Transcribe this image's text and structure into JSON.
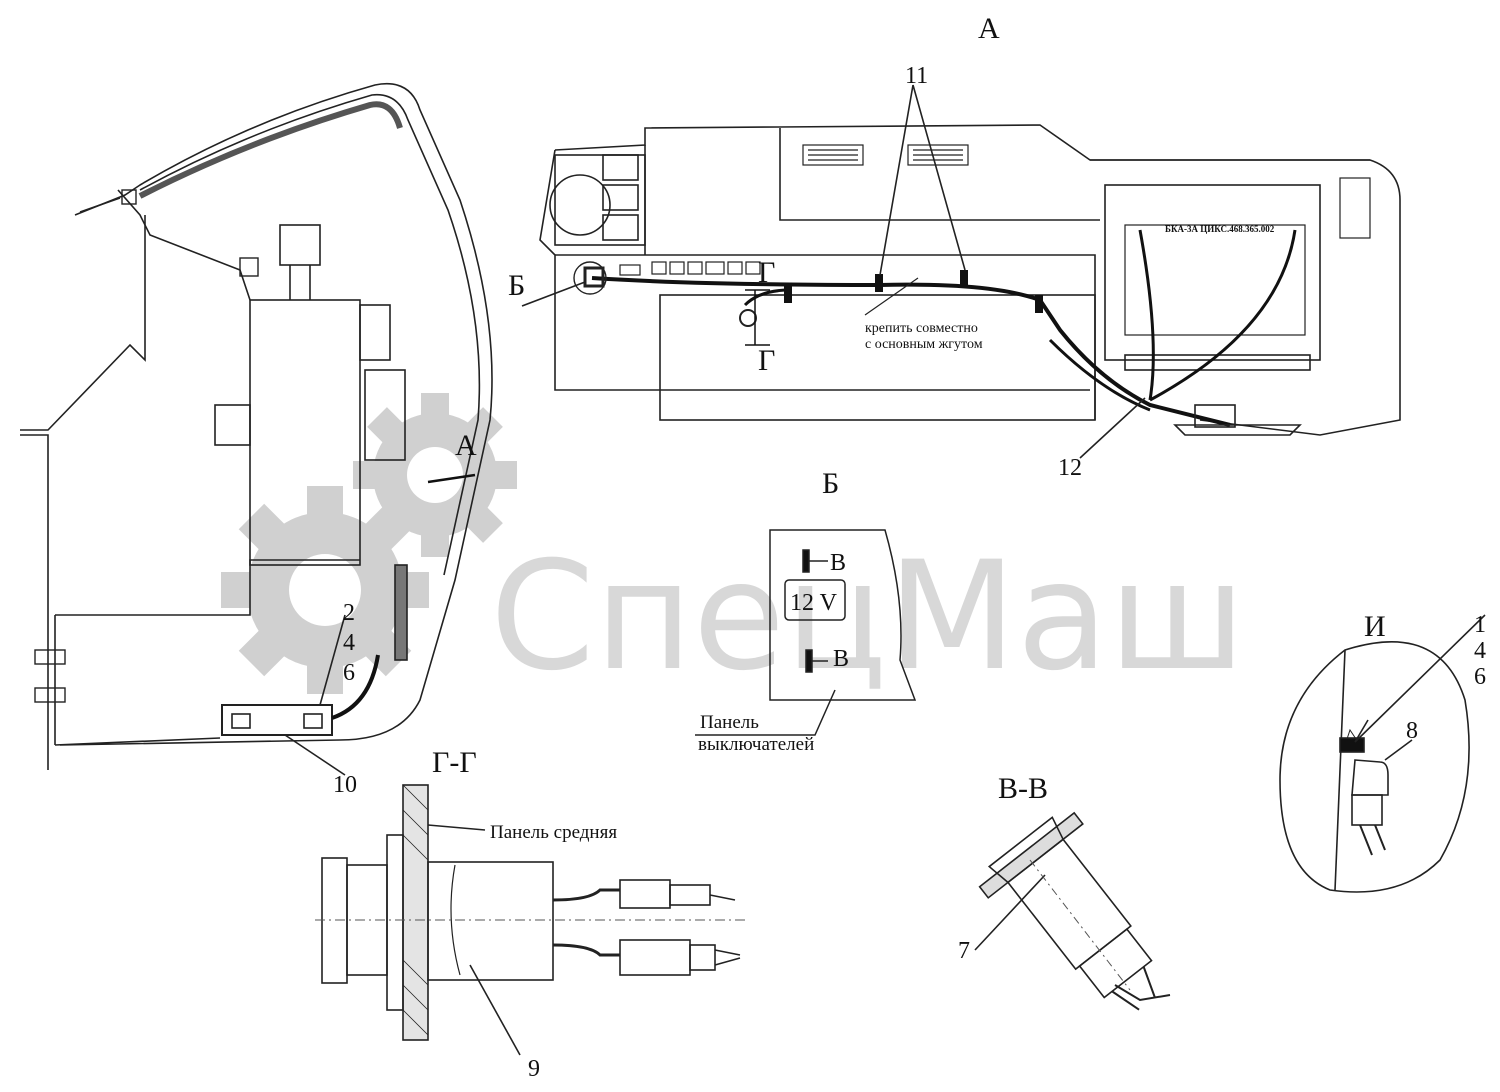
{
  "views": {
    "a_title": "А",
    "b_title": "Б",
    "gg_title": "Г-Г",
    "vv_title": "В-В",
    "i_title": "И"
  },
  "labels": {
    "a_marker": "А",
    "b_marker": "Б",
    "g_top": "Г",
    "g_bottom": "Г",
    "v_top": "В",
    "v_bottom": "В",
    "pos_11": "11",
    "pos_12": "12",
    "pos_2": "2",
    "pos_4": "4",
    "pos_6": "6",
    "pos_10": "10",
    "pos_9": "9",
    "pos_7": "7",
    "pos_1": "1",
    "pos_4i": "4",
    "pos_6i": "6",
    "pos_8": "8",
    "mount_note_1": "крепить совместно",
    "mount_note_2": "с основным жгутом",
    "socket_12v": "12 V",
    "switch_panel_1": "Панель",
    "switch_panel_2": "выключателей",
    "mid_panel": "Панель средняя",
    "box_marking": "БКА-3А ЦИКС.468.365.002"
  },
  "watermark": {
    "text": "СпецМаш",
    "color": "#b9b9b9"
  }
}
